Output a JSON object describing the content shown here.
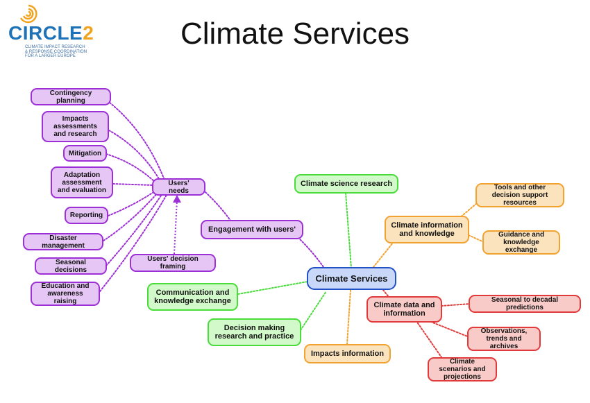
{
  "title": "Climate Services",
  "logo": {
    "word": "CIRCLE",
    "number": "2",
    "subtitle_lines": [
      "CLIMATE IMPACT RESEARCH",
      "& RESPONSE COORDINATION",
      "FOR A LARGER EUROPE"
    ]
  },
  "colors": {
    "purple_border": "#9c2fd6",
    "purple_fill": "#e6c6f5",
    "green_border": "#49dc3b",
    "green_fill": "#d2f9c9",
    "orange_border": "#f2a230",
    "orange_fill": "#fbe3bd",
    "red_border": "#e23a3a",
    "red_fill": "#f9cbc8",
    "center_border": "#2250c6",
    "center_fill": "#c9d8f8"
  },
  "nodes": {
    "center": "Climate Services",
    "engagement": "Engagement with users'",
    "users_needs": "Users' needs",
    "decision_framing": "Users' decision framing",
    "contingency": "Contingency planning",
    "impacts_assessments": "Impacts assessments and research",
    "mitigation": "Mitigation",
    "adaptation": "Adaptation assessment and evaluation",
    "reporting": "Reporting",
    "disaster": "Disaster management",
    "seasonal_decisions": "Seasonal decisions",
    "education": "Education and awareness raising",
    "science_research": "Climate science research",
    "communication": "Communication and knowledge exchange",
    "decision_making": "Decision making research and practice",
    "impacts_information": "Impacts information",
    "climate_information": "Climate information and knowledge",
    "tools": "Tools and other decision support resources",
    "guidance": "Guidance and knowledge exchange",
    "climate_data": "Climate data and information",
    "seasonal_decadal": "Seasonal to decadal predictions",
    "observations": "Observations, trends and archives",
    "scenarios": "Climate scenarios and projections"
  }
}
